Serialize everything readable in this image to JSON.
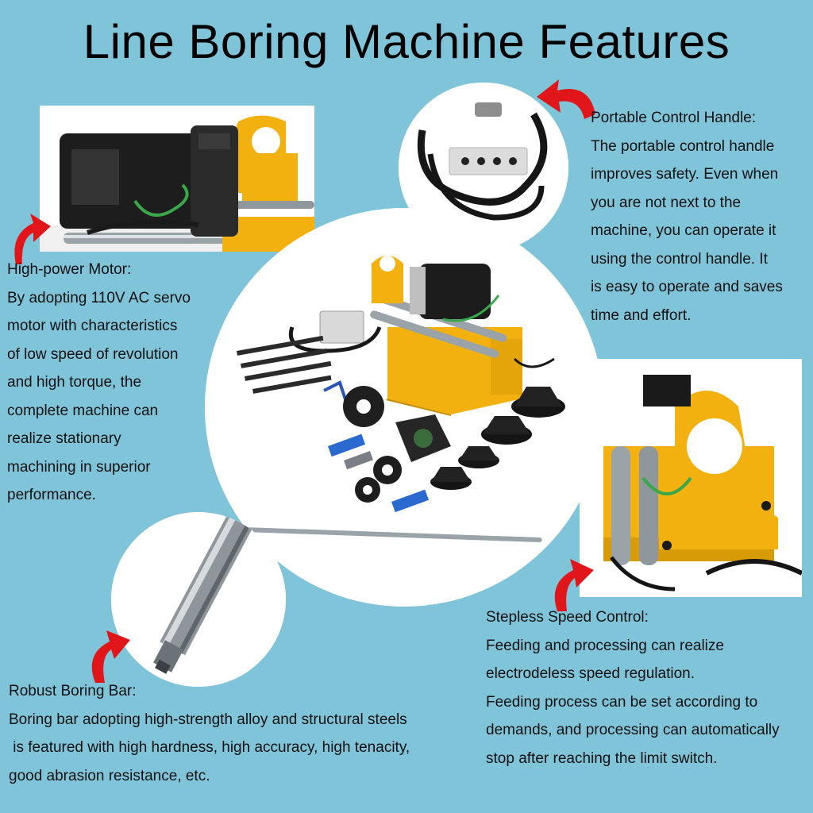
{
  "title": "Line Boring Machine Features",
  "colors": {
    "background": "#7fc4d9",
    "machine_yellow": "#f2b10f",
    "arrow_red": "#e0161a",
    "panel_white": "#ffffff"
  },
  "sections": {
    "motor": {
      "heading": "High-power Motor:",
      "lines": [
        "By adopting 110V AC servo",
        "motor with characteristics",
        "of low speed of revolution",
        "and high torque, the",
        "complete machine can",
        "realize stationary",
        "machining in superior",
        "performance."
      ]
    },
    "handle": {
      "heading": "Portable Control Handle:",
      "lines": [
        "The portable control handle",
        "improves safety. Even when",
        "you are not next to the",
        "machine, you can operate it",
        "using the control handle. It",
        "is easy to operate and saves",
        "time and effort."
      ]
    },
    "speed": {
      "heading": "Stepless Speed Control:",
      "lines": [
        "Feeding and processing can realize",
        "electrodeless speed regulation.",
        "Feeding process can be set according to",
        "demands, and processing can automatically",
        "stop after reaching the limit switch."
      ]
    },
    "bar": {
      "heading": "Robust Boring Bar:",
      "lines": [
        "Boring bar adopting high-strength alloy and structural steels",
        " is featured with high hardness, high accuracy, high tenacity,",
        "good abrasion resistance, etc."
      ]
    }
  }
}
